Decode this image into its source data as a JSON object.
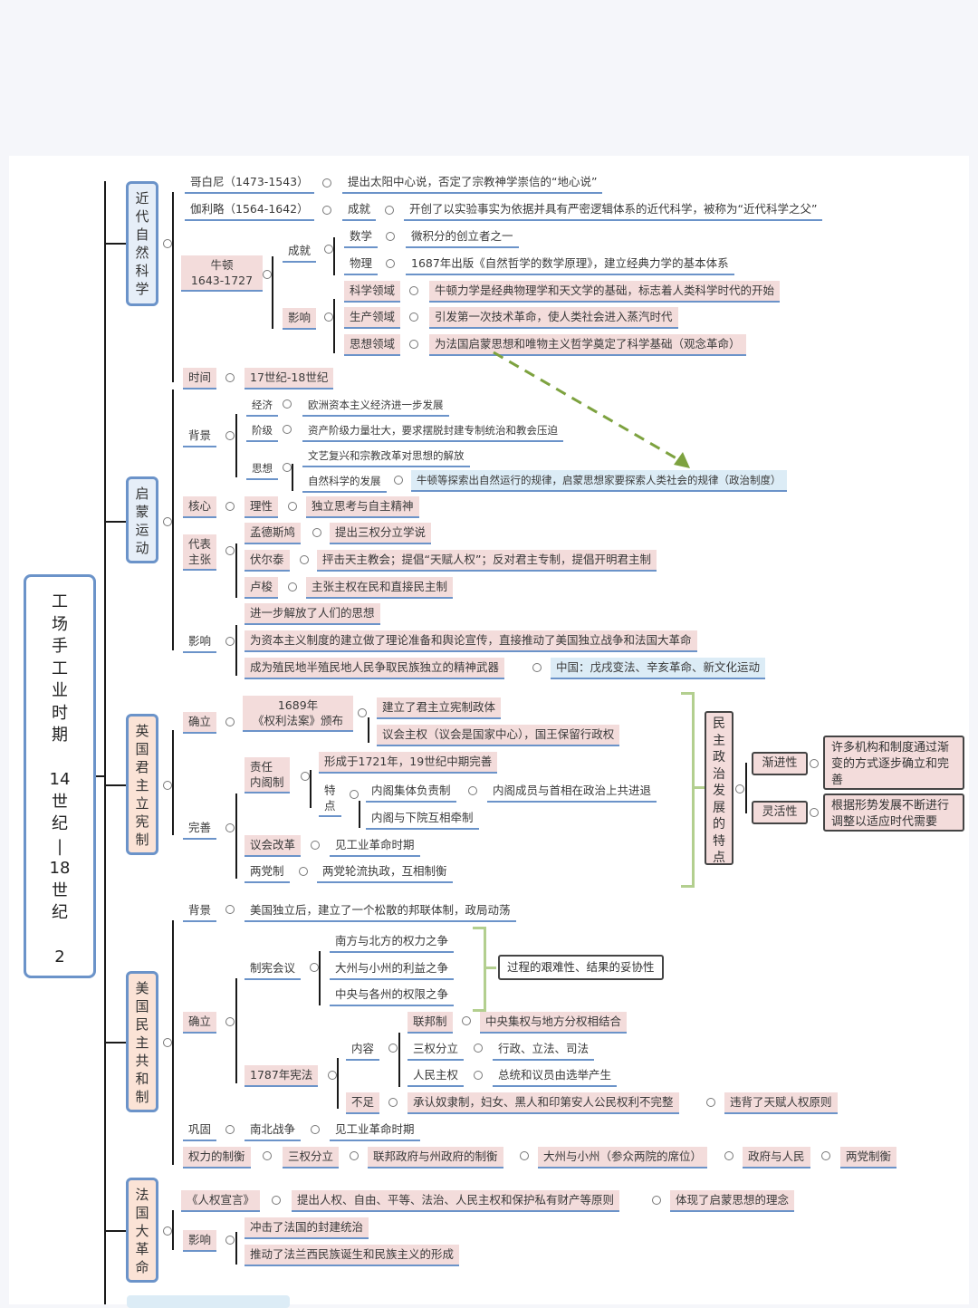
{
  "root": {
    "label": "工\n场\n手\n工\n业\n时\n期\n\n14\n世\n纪\n|\n18\n世\n纪\n\n2"
  },
  "science": {
    "title": "近\n代\n自\n然\n科\n学",
    "copernicus": {
      "name": "哥白尼（1473-1543）",
      "desc": "提出太阳中心说，否定了宗教神学崇信的“地心说”"
    },
    "galileo": {
      "name": "伽利略（1564-1642）",
      "label": "成就",
      "desc": "开创了以实验事实为依据并具有严密逻辑体系的近代科学，被称为“近代科学之父”"
    },
    "newton": {
      "name": "牛顿\n1643-1727",
      "achievement_label": "成就",
      "math_label": "数学",
      "math_desc": "微积分的创立者之一",
      "physics_label": "物理",
      "physics_desc": "1687年出版《自然哲学的数学原理》，建立经典力学的基本体系",
      "impact_label": "影响",
      "sci_label": "科学领域",
      "sci_desc": "牛顿力学是经典物理学和天文学的基础，标志着人类科学时代的开始",
      "prod_label": "生产领域",
      "prod_desc": "引发第一次技术革命，使人类社会进入蒸汽时代",
      "thought_label": "思想领域",
      "thought_desc": "为法国启蒙思想和唯物主义哲学奠定了科学基础（观念革命）"
    }
  },
  "enlightenment": {
    "title": "启\n蒙\n运\n动",
    "time_label": "时间",
    "time_value": "17世纪-18世纪",
    "bg_label": "背景",
    "econ_label": "经济",
    "econ_desc": "欧洲资本主义经济进一步发展",
    "class_label": "阶级",
    "class_desc": "资产阶级力量壮大，要求摆脱封建专制统治和教会压迫",
    "thought_label": "思想",
    "thought_1": "文艺复兴和宗教改革对思想的解放",
    "thought_2": "自然科学的发展",
    "thought_2_desc": "牛顿等探索出自然运行的规律，启蒙思想家要探索人类社会的规律（政治制度）",
    "core_label": "核心",
    "core_value": "理性",
    "core_desc": "独立思考与自主精神",
    "rep_label": "代表\n主张",
    "montesquieu": "孟德斯鸠",
    "montesquieu_desc": "提出三权分立学说",
    "voltaire": "伏尔泰",
    "voltaire_desc": "抨击天主教会；提倡“天赋人权”；反对君主专制，提倡开明君主制",
    "rousseau": "卢梭",
    "rousseau_desc": "主张主权在民和直接民主制",
    "impact_label": "影响",
    "impact_1": "进一步解放了人们的思想",
    "impact_2": "为资本主义制度的建立做了理论准备和舆论宣传，直接推动了美国独立战争和法国大革命",
    "impact_3": "成为殖民地半殖民地人民争取民族独立的精神武器",
    "impact_3_china": "中国：戊戌变法、辛亥革命、新文化运动"
  },
  "britain": {
    "title": "英\n国\n君\n主\n立\n宪\n制",
    "est_label": "确立",
    "bill": "1689年\n《权利法案》颁布",
    "bill_1": "建立了君主立宪制政体",
    "bill_2": "议会主权（议会是国家中心），国王保留行政权",
    "improve_label": "完善",
    "cabinet": "责任\n内阁制",
    "cabinet_formed": "形成于1721年，19世纪中期完善",
    "feature_label": "特\n点",
    "feature_1": "内阁集体负责制",
    "feature_1_desc": "内阁成员与首相在政治上共进退",
    "feature_2": "内阁与下院互相牵制",
    "reform": "议会改革",
    "reform_desc": "见工业革命时期",
    "twoparty": "两党制",
    "twoparty_desc": "两党轮流执政，互相制衡",
    "democracy_title": "民\n主\n政\n治\n发\n展\n的\n特\n点",
    "gradual": "渐进性",
    "gradual_desc": "许多机构和制度通过渐变的方式逐步确立和完善",
    "flexible": "灵活性",
    "flexible_desc": "根据形势发展不断进行调整以适应时代需要"
  },
  "usa": {
    "title": "美\n国\n民\n主\n共\n和\n制",
    "bg_label": "背景",
    "bg_desc": "美国独立后，建立了一个松散的邦联体制，政局动荡",
    "est_label": "确立",
    "convention": "制宪会议",
    "conv_1": "南方与北方的权力之争",
    "conv_2": "大州与小州的利益之争",
    "conv_3": "中央与各州的权限之争",
    "conv_summary": "过程的艰难性、结果的妥协性",
    "constitution": "1787年宪法",
    "content_label": "内容",
    "federal": "联邦制",
    "federal_desc": "中央集权与地方分权相结合",
    "separation": "三权分立",
    "separation_desc": "行政、立法、司法",
    "sovereignty": "人民主权",
    "sovereignty_desc": "总统和议员由选举产生",
    "flaw_label": "不足",
    "flaw_desc": "承认奴隶制，妇女、黑人和印第安人公民权利不完整",
    "flaw_result": "违背了天赋人权原则",
    "consolidate_label": "巩固",
    "civil_war": "南北战争",
    "civil_war_desc": "见工业革命时期",
    "checks_label": "权力的制衡",
    "checks_1": "三权分立",
    "checks_2": "联邦政府与州政府的制衡",
    "checks_3": "大州与小州（参众两院的席位）",
    "checks_4": "政府与人民",
    "checks_5": "两党制衡"
  },
  "france": {
    "title": "法\n国\n大\n革\n命",
    "declaration": "《人权宣言》",
    "declaration_desc": "提出人权、自由、平等、法治、人民主权和保护私有财产等原则",
    "declaration_result": "体现了启蒙思想的理念",
    "impact_label": "影响",
    "impact_1": "冲击了法国的封建统治",
    "impact_2": "推动了法兰西民族诞生和民族主义的形成"
  }
}
